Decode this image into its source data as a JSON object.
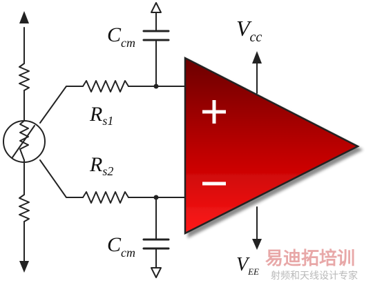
{
  "labels": {
    "cap_top": {
      "main": "C",
      "sub": "cm"
    },
    "cap_bottom": {
      "main": "C",
      "sub": "cm"
    },
    "rs1": {
      "main": "R",
      "sub": "s1"
    },
    "rs2": {
      "main": "R",
      "sub": "s2"
    },
    "vcc": {
      "main": "V",
      "sub": "cc"
    },
    "vee": {
      "main": "V",
      "sub": "EE"
    },
    "plus": "+",
    "minus": "−"
  },
  "watermark": {
    "title": "易迪拓培训",
    "subtitle": "射频和天线设计专家"
  },
  "colors": {
    "opamp_dark": "#6b0000",
    "opamp_light": "#ff1a1a",
    "wire": "#222222"
  }
}
